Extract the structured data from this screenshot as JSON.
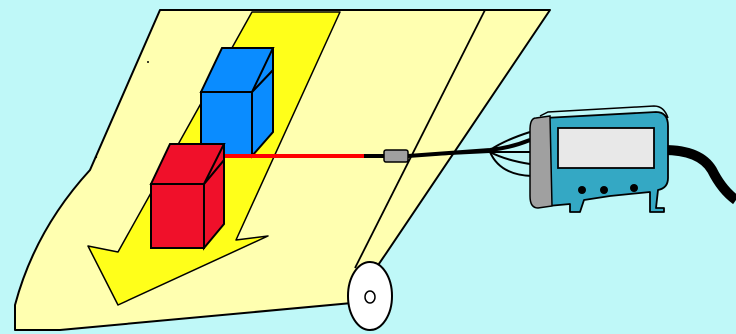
{
  "colors": {
    "background": "#bff8f8",
    "belt": "#ffffb0",
    "belt_outline": "#000000",
    "arrow": "#ffff1a",
    "blue_box_front": "#0a8cff",
    "blue_box_top": "#0a8cff",
    "blue_box_side": "#0a8cff",
    "red_box_front": "#f0102a",
    "red_box_top": "#f0102a",
    "red_box_side": "#f0102a",
    "laser_beam": "#ff0000",
    "sensor_body": "#34a8c4",
    "sensor_gray": "#a0a0a0",
    "sensor_screen": "#e8e8e8",
    "cable": "#000000",
    "roller": "#ffffff"
  },
  "objects": {
    "conveyor_belt": "conveyor-belt",
    "direction_arrow": "conveyor-direction-arrow",
    "blue_box": "blue-box",
    "red_box": "red-box",
    "laser_beam": "laser-beam",
    "fiber_head": "fiber-optic-head",
    "sensor_amplifier": "sensor-amplifier-unit",
    "roller": "belt-roller"
  }
}
